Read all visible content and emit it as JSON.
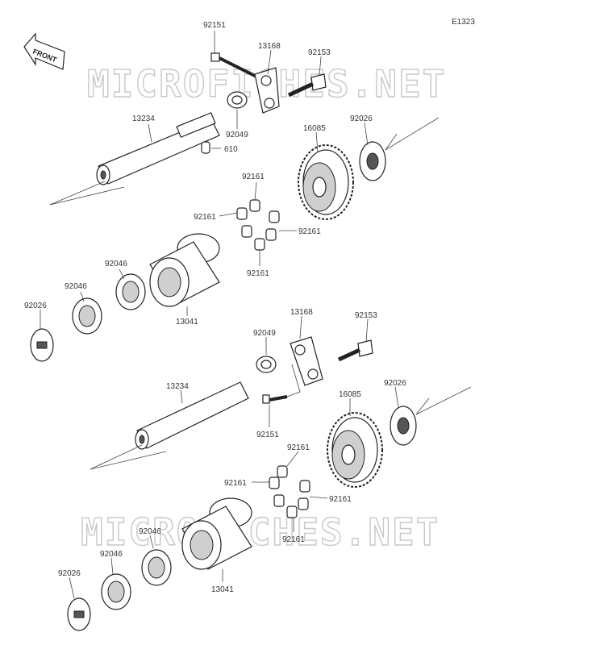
{
  "diagram_code": "E1323",
  "front_label": "FRONT",
  "watermark": "MICROFICHES.NET",
  "labels": [
    {
      "id": "a-92151",
      "text": "92151"
    },
    {
      "id": "a-13168",
      "text": "13168"
    },
    {
      "id": "a-92153",
      "text": "92153"
    },
    {
      "id": "a-13234",
      "text": "13234"
    },
    {
      "id": "a-92049",
      "text": "92049"
    },
    {
      "id": "a-610",
      "text": "610"
    },
    {
      "id": "a-16085",
      "text": "16085"
    },
    {
      "id": "a-92026",
      "text": "92026"
    },
    {
      "id": "a-92161-top",
      "text": "92161"
    },
    {
      "id": "a-92161-left",
      "text": "92161"
    },
    {
      "id": "a-92161-right",
      "text": "92161"
    },
    {
      "id": "a-92161-bottom",
      "text": "92161"
    },
    {
      "id": "a-92046-a",
      "text": "92046"
    },
    {
      "id": "a-92046-b",
      "text": "92046"
    },
    {
      "id": "a-92026-b",
      "text": "92026"
    },
    {
      "id": "a-13041",
      "text": "13041"
    },
    {
      "id": "b-13168",
      "text": "13168"
    },
    {
      "id": "b-92153",
      "text": "92153"
    },
    {
      "id": "b-92049",
      "text": "92049"
    },
    {
      "id": "b-13234",
      "text": "13234"
    },
    {
      "id": "b-16085",
      "text": "16085"
    },
    {
      "id": "b-92026",
      "text": "92026"
    },
    {
      "id": "b-92151",
      "text": "92151"
    },
    {
      "id": "b-92161-top",
      "text": "92161"
    },
    {
      "id": "b-92161-left",
      "text": "92161"
    },
    {
      "id": "b-92161-right",
      "text": "92161"
    },
    {
      "id": "b-92161-bottom",
      "text": "92161"
    },
    {
      "id": "b-92046-a",
      "text": "92046"
    },
    {
      "id": "b-92046-b",
      "text": "92046"
    },
    {
      "id": "b-92026-b",
      "text": "92026"
    },
    {
      "id": "b-13041",
      "text": "13041"
    }
  ]
}
